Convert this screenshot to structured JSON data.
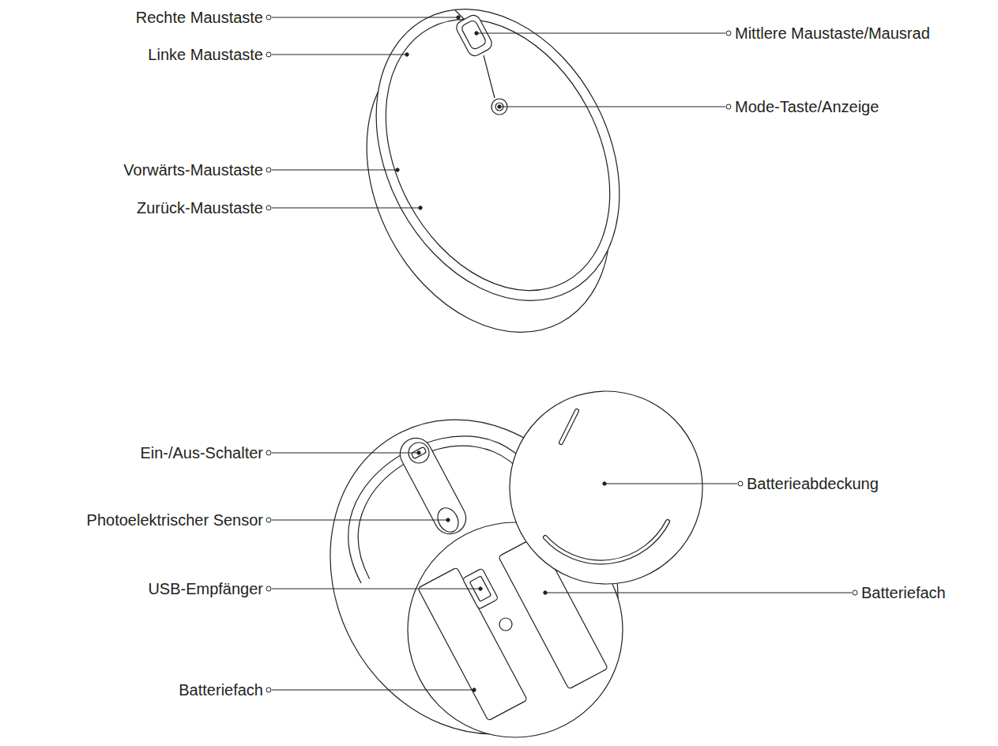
{
  "diagram": {
    "labels": [
      "Rechte Maustaste",
      "Linke Maustaste",
      "Mittlere Maustaste/Mausrad",
      "Mode-Taste/Anzeige",
      "Vorwärts-Maustaste",
      "Zurück-Maustaste",
      "Ein-/Aus-Schalter",
      "Photoelektrischer Sensor",
      "Batterieabdeckung",
      "USB-Empfänger",
      "Batteriefach",
      "Batteriefach"
    ]
  }
}
